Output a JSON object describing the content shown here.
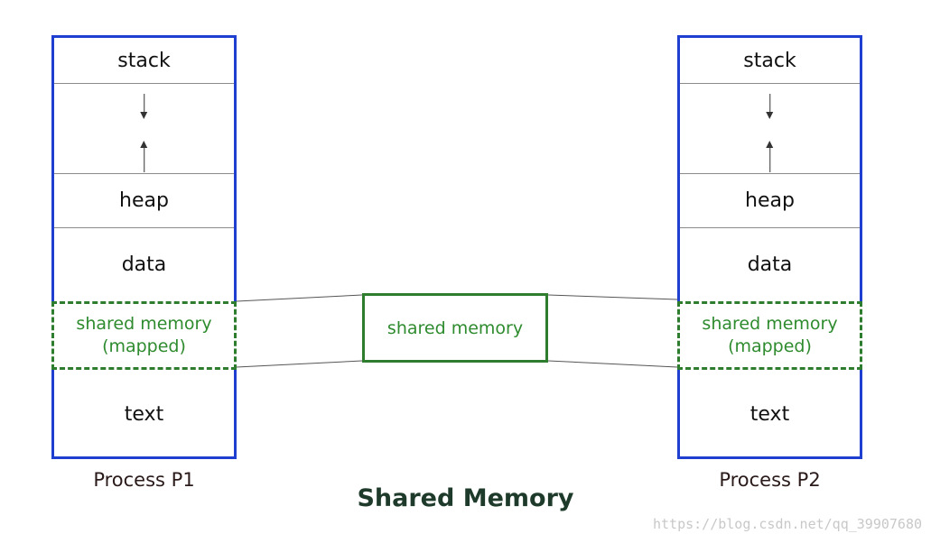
{
  "process_p1": {
    "label": "Process P1",
    "segments": {
      "stack": "stack",
      "heap": "heap",
      "data": "data",
      "shared_line1": "shared memory",
      "shared_line2": "(mapped)",
      "text": "text"
    }
  },
  "process_p2": {
    "label": "Process P2",
    "segments": {
      "stack": "stack",
      "heap": "heap",
      "data": "data",
      "shared_line1": "shared memory",
      "shared_line2": "(mapped)",
      "text": "text"
    }
  },
  "center_block": {
    "label": "shared memory"
  },
  "title": "Shared Memory",
  "watermark": "https://blog.csdn.net/qq_39907680",
  "colors": {
    "process_border": "#1f3fd1",
    "shared_green": "#2e7d2e",
    "shared_text": "#2e8b2e",
    "title": "#1e3a2a"
  }
}
